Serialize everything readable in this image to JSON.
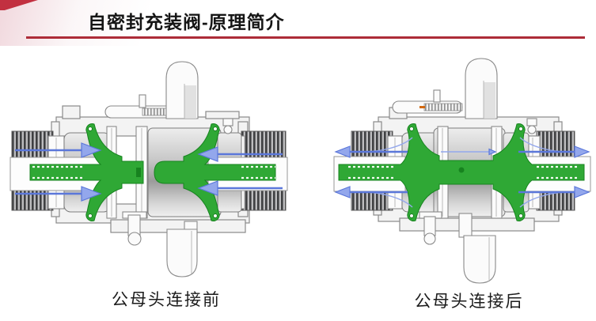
{
  "slide": {
    "title": "自密封充装阀-原理简介"
  },
  "diagrams": {
    "before": {
      "caption": "公母头连接前"
    },
    "after": {
      "caption": "公母头连接后"
    }
  },
  "colors": {
    "divider_red": "#ad2c38",
    "corner_red": "#c23040",
    "valve_green": "#2fa835",
    "valve_green_dark": "#17831f",
    "flow_blue": "#5b77da",
    "flow_blue_light": "#93a7ec",
    "title_color": "#151515",
    "caption_color": "#1c1c1c"
  }
}
